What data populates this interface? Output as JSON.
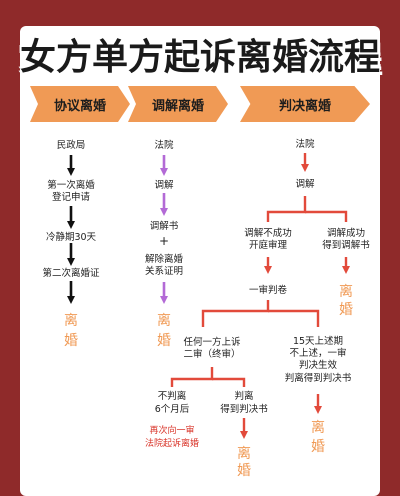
{
  "title": "女方单方起诉离婚流程",
  "headers": {
    "col1": "协议离婚",
    "col2": "调解离婚",
    "col3": "判决离婚"
  },
  "col1": {
    "s1": "民政局",
    "s2a": "第一次离婚",
    "s2b": "登记申请",
    "s3": "冷静期30天",
    "s4": "第二次离婚证",
    "result_a": "离",
    "result_b": "婚"
  },
  "col2": {
    "s1": "法院",
    "s2": "调解",
    "s3": "调解书",
    "plus": "+",
    "s4a": "解除离婚",
    "s4b": "关系证明",
    "result_a": "离",
    "result_b": "婚"
  },
  "col3": {
    "s1": "法院",
    "s2": "调解",
    "fail_a": "调解不成功",
    "fail_b": "开庭审理",
    "success_a": "调解成功",
    "success_b": "得到调解书",
    "success_result_a": "离",
    "success_result_b": "婚",
    "first": "一审判卷",
    "appeal_a": "任何一方上诉",
    "appeal_b": "二审（终审）",
    "noappeal_a": "15天上述期",
    "noappeal_b": "不上述，一审",
    "noappeal_c": "判决生效",
    "noappeal_d": "判离得到判决书",
    "noappeal_result_a": "离",
    "noappeal_result_b": "婚",
    "nodiv_a": "不判离",
    "nodiv_b": "6个月后",
    "div_a": "判离",
    "div_b": "得到判决书",
    "div_result_a": "离",
    "div_result_b": "婚",
    "again_a": "再次向一审",
    "again_b": "法院起诉离婚"
  },
  "colors": {
    "background": "#8f2a2a",
    "header": "#f09a55",
    "arrow_black": "#111111",
    "arrow_purple": "#b36ad6",
    "arrow_red": "#e24a3b",
    "result_orange": "#f09a55",
    "note_red": "#d9362b"
  }
}
